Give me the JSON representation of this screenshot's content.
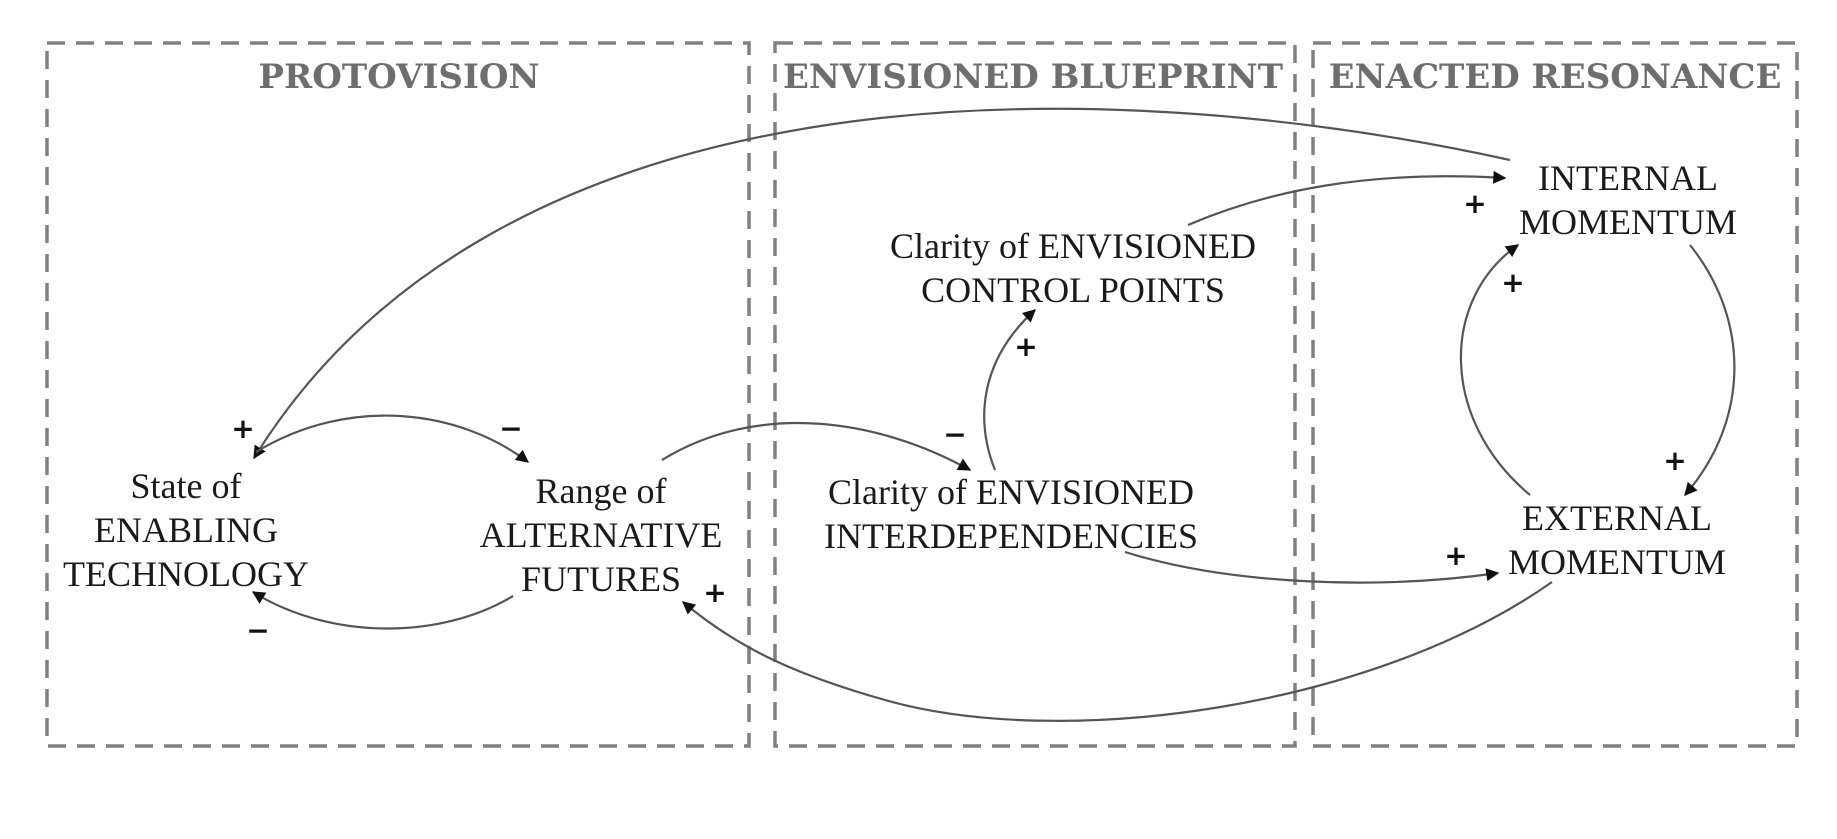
{
  "sections": [
    {
      "id": "protovision",
      "title": "PROTOVISION"
    },
    {
      "id": "envisioned-blueprint",
      "title": "ENVISIONED BLUEPRINT"
    },
    {
      "id": "enacted-resonance",
      "title": "ENACTED RESONANCE"
    }
  ],
  "nodes": {
    "enabling_technology": [
      "State of",
      "ENABLING",
      "TECHNOLOGY"
    ],
    "alternative_futures": [
      "Range of",
      "ALTERNATIVE",
      "FUTURES"
    ],
    "control_points": [
      "Clarity of ENVISIONED",
      "CONTROL POINTS"
    ],
    "interdependencies": [
      "Clarity of ENVISIONED",
      "INTERDEPENDENCIES"
    ],
    "internal_momentum": [
      "INTERNAL",
      "MOMENTUM"
    ],
    "external_momentum": [
      "EXTERNAL",
      "MOMENTUM"
    ]
  },
  "links": [
    {
      "from": "internal_momentum",
      "to": "enabling_technology",
      "polarity": "+"
    },
    {
      "from": "enabling_technology",
      "to": "alternative_futures",
      "polarity": "−"
    },
    {
      "from": "alternative_futures",
      "to": "enabling_technology",
      "polarity": "−"
    },
    {
      "from": "alternative_futures",
      "to": "interdependencies",
      "polarity": "−"
    },
    {
      "from": "interdependencies",
      "to": "control_points",
      "polarity": "+"
    },
    {
      "from": "control_points",
      "to": "internal_momentum",
      "polarity": "+"
    },
    {
      "from": "interdependencies",
      "to": "external_momentum",
      "polarity": "+"
    },
    {
      "from": "external_momentum",
      "to": "internal_momentum",
      "polarity": "+"
    },
    {
      "from": "internal_momentum",
      "to": "external_momentum",
      "polarity": "+"
    },
    {
      "from": "external_momentum",
      "to": "alternative_futures",
      "polarity": "+"
    }
  ]
}
